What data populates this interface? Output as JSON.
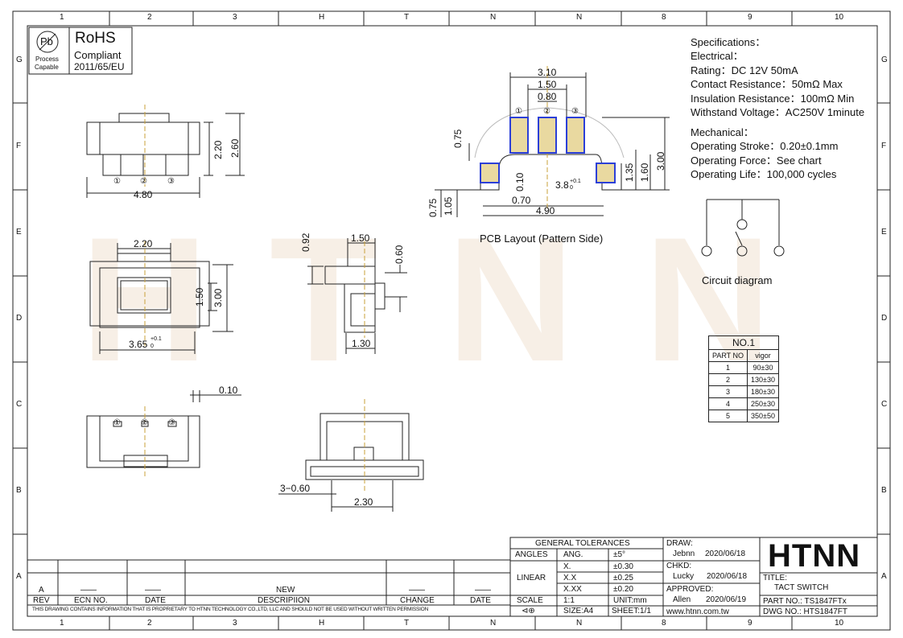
{
  "watermark": "HTNN",
  "rohs": {
    "pb_symbol": "Pb",
    "process_capable": [
      "Process",
      "Capable"
    ],
    "title": "RoHS",
    "compliant": "Compliant",
    "directive": "2011/65/EU"
  },
  "grid": {
    "columns": [
      "1",
      "2",
      "3",
      "H",
      "T",
      "N",
      "N",
      "8",
      "9",
      "10"
    ],
    "rows": [
      "G",
      "F",
      "E",
      "D",
      "C",
      "B",
      "A"
    ]
  },
  "specs": {
    "lines": [
      "Specifications：",
      "Electrical：",
      "Rating：DC 12V 50mA",
      "Contact Resistance：50mΩ Max",
      "Insulation Resistance：100mΩ Min",
      "Withstand Voltage：AC250V 1minute"
    ],
    "mech_lines": [
      "Mechanical：",
      "Operating Stroke：0.20±0.1mm",
      "Operating Force：See chart",
      "Operating Life：100,000 cycles"
    ]
  },
  "dims": {
    "top_220": "2.20",
    "top_260": "2.60",
    "top_480": "4.80",
    "front_220": "2.20",
    "front_150": "1.50",
    "front_300": "3.00",
    "front_365": "3.65",
    "front_365_tol": "+0.1",
    "front_365_tol2": "0",
    "side_092": "0.92",
    "side_150": "1.50",
    "side_060": "0.60",
    "side_130": "1.30",
    "bottom_010": "0.10",
    "bot_360": "3−0.60",
    "bot_230": "2.30",
    "pcb_310": "3.10",
    "pcb_150": "1.50",
    "pcb_080": "0.80",
    "pcb_075a": "0.75",
    "pcb_010": "0.10",
    "pcb_38": "3.8",
    "pcb_38_tol": "+0.1",
    "pcb_38_tol2": "0",
    "pcb_070": "0.70",
    "pcb_490": "4.90",
    "pcb_075b": "0.75",
    "pcb_105": "1.05",
    "pcb_135": "1.35",
    "pcb_160": "1.60",
    "pcb_300": "3.00"
  },
  "pcb_caption": "PCB Layout (Pattern Side)",
  "circuit_caption": "Circuit diagram",
  "pin_labels": [
    "①",
    "②",
    "③"
  ],
  "part_table": {
    "title": "NO.1",
    "headers": [
      "PART NO",
      "vigor"
    ],
    "rows": [
      [
        "1",
        "90±30"
      ],
      [
        "2",
        "130±30"
      ],
      [
        "3",
        "180±30"
      ],
      [
        "4",
        "250±30"
      ],
      [
        "5",
        "350±50"
      ]
    ]
  },
  "title_block": {
    "gen_tol": "GENERAL TOLERANCES",
    "angles": "ANGLES",
    "ang": "ANG.",
    "ang_val": "±5°",
    "linear": "LINEAR",
    "x1": "X.",
    "x1_val": "±0.30",
    "x2": "X.X",
    "x2_val": "±0.25",
    "x3": "X.XX",
    "x3_val": "±0.20",
    "scale": "SCALE",
    "scale_val": "1:1",
    "unit": "UNIT:mm",
    "size": "SIZE:A4",
    "sheet": "SHEET:1/1",
    "draw": "DRAW:",
    "draw_name": "Jebnn",
    "draw_date": "2020/06/18",
    "chkd": "CHKD:",
    "chkd_name": "Lucky",
    "chkd_date": "2020/06/18",
    "approved": "APPROVED:",
    "appr_name": "Allen",
    "appr_date": "2020/06/19",
    "url": "www.htnn.com.tw",
    "logo": "HTNN",
    "title_lbl": "TITLE:",
    "title_val": "TACT SWITCH",
    "part_no": "PART NO.: TS1847FTx",
    "dwg_no": "DWG NO.: HTS1847FT"
  },
  "revision": {
    "rev_a": "A",
    "headers": [
      "REV",
      "ECN NO.",
      "DATE",
      "DESCRIPIION",
      "CHANGE",
      "DATE"
    ],
    "row": [
      "——",
      "——",
      "NEW",
      "——",
      "——"
    ],
    "notice": "THIS DRAWING CONTAINS INFORMATION THAT IS PROPRIETARY TO HTNN TECHNOLOGY CO.,LTD, LLC AND SHOULD NOT BE USED WITHOUT WRITTEN PERMISSION"
  }
}
